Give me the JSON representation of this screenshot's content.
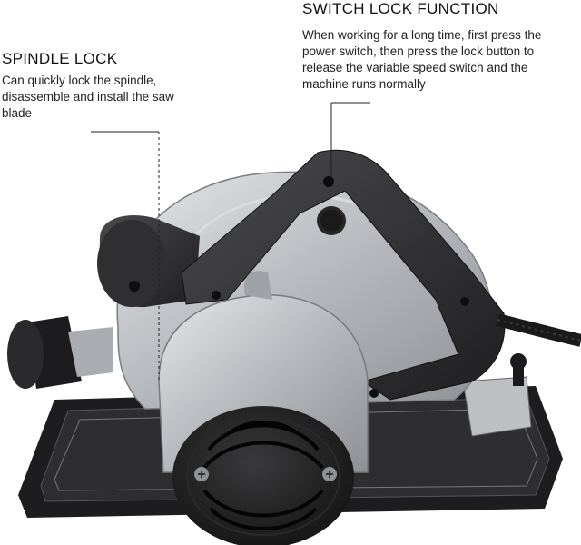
{
  "callouts": {
    "spindle_lock": {
      "title": "SPINDLE LOCK",
      "description": "Can quickly lock the spindle, disassemble and install the saw blade"
    },
    "switch_lock": {
      "title": "SWITCH LOCK FUNCTION",
      "description": "When working for a long time, first press the power switch, then press the lock button to release the variable speed switch and the machine runs normally"
    }
  },
  "colors": {
    "body_dark": "#2b2b2d",
    "aluminum": "#b9bcc0",
    "base_plate": "#1d1d1f",
    "text": "#222222"
  }
}
